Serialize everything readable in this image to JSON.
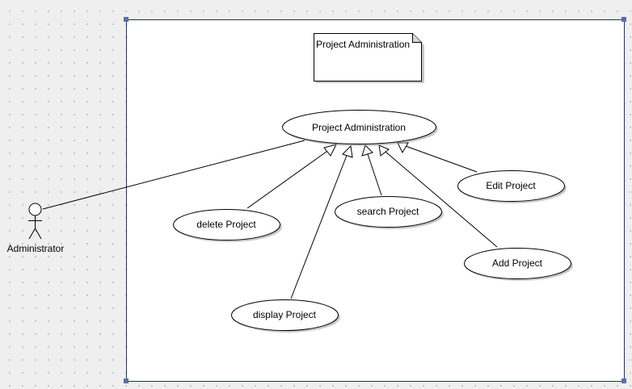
{
  "diagram": {
    "type": "use-case",
    "note": {
      "text": "Project Administration"
    },
    "actor": {
      "label": "Administrator"
    },
    "use_cases": {
      "main": "Project Administration",
      "delete": "delete Project",
      "search": "search Project",
      "edit": "Edit Project",
      "add": "Add Project",
      "display": "display Project"
    },
    "relations": [
      {
        "from": "Administrator",
        "to": "Project Administration",
        "kind": "association"
      },
      {
        "from": "delete Project",
        "to": "Project Administration",
        "kind": "generalization"
      },
      {
        "from": "display Project",
        "to": "Project Administration",
        "kind": "generalization"
      },
      {
        "from": "search Project",
        "to": "Project Administration",
        "kind": "generalization"
      },
      {
        "from": "Add Project",
        "to": "Project Administration",
        "kind": "generalization"
      },
      {
        "from": "Edit Project",
        "to": "Project Administration",
        "kind": "generalization"
      }
    ],
    "colors": {
      "frame_border": "#1f2f6b",
      "selection_handle": "#5b6ea8",
      "line": "#000000",
      "fill": "#ffffff"
    }
  }
}
